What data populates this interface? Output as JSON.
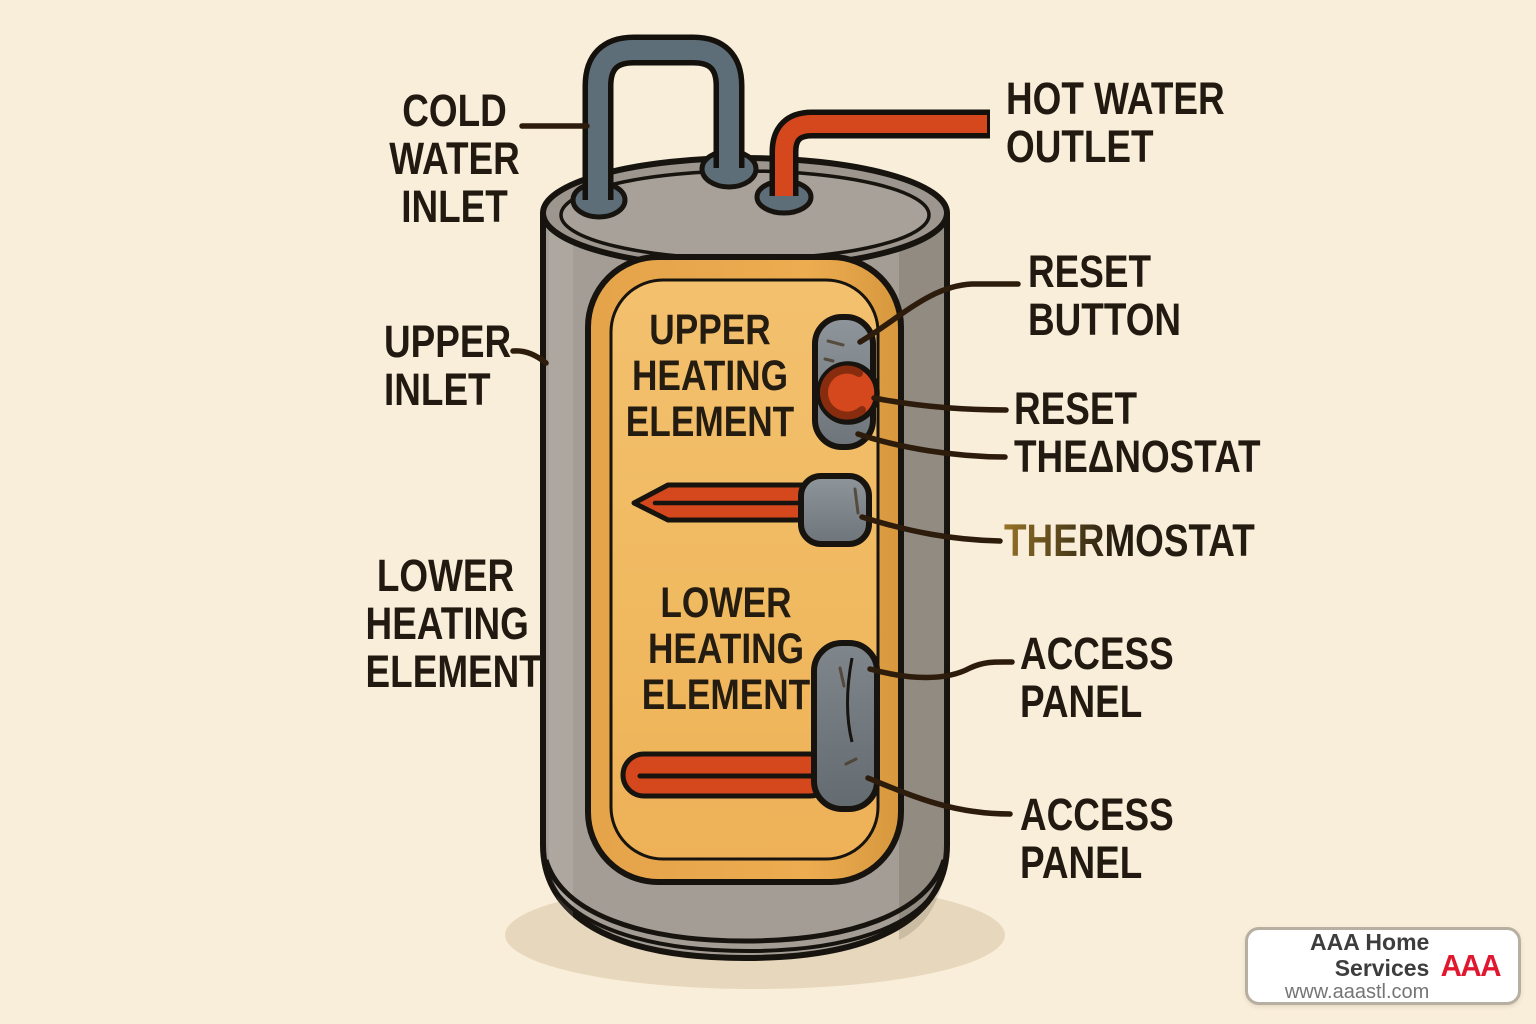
{
  "labels": {
    "cold_water_inlet": "COLD\nWATER\nINLET",
    "hot_water_outlet": "HOT WATER\nOUTLET",
    "upper_inlet": "UPPER\nINLET",
    "reset_button": "RESET\nBUTTON",
    "reset_thermostat": "RESET\nTHEΔNOSTAT",
    "thermostat": "THERMOSTAT",
    "lower_heating_element": "LOWER\nHEATING\nELEMENT",
    "access_panel_upper": "ACCESS\nPANEL",
    "access_panel_lower": "ACCESS\nPANEL"
  },
  "tank_text": {
    "upper_heating_element": "UPPER\nHEATING\nELEMENT",
    "lower_heating_element": "LOWER\nHEATING\nELEMENT"
  },
  "branding": {
    "company": "AAA Home Services",
    "website": "www.aaastl.com",
    "logo": "AAA"
  },
  "colors": {
    "background": "#f9eeda",
    "tank": "#a39d95",
    "tank_top": "#9c968e",
    "tank_top_inner": "#a7a199",
    "panel": "#edac50",
    "panel_inner": "#f0b95f",
    "pipe_cold": "#5e6e78",
    "pipe_hot": "#d5481d",
    "element_orange": "#d5481d",
    "outline": "#17130e",
    "leader": "#2d1c0b",
    "label_text": "#221a11",
    "shadow": "#e7d8bd",
    "logo_red": "#e0172f"
  }
}
